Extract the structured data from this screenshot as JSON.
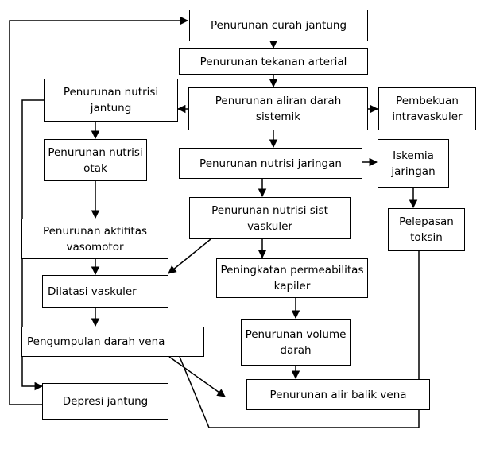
{
  "nodes": {
    "curah_jantung": "Penurunan curah jantung",
    "tekanan_arterial": "Penurunan tekanan arterial",
    "aliran_darah": "Penurunan aliran darah sistemik",
    "pembekuan": "Pembekuan intravaskuler",
    "nutrisi_jantung": "Penurunan nutrisi jantung",
    "nutrisi_otak": "Penurunan nutrisi otak",
    "nutrisi_jaringan": "Penurunan nutrisi jaringan",
    "iskemia": "Iskemia jaringan",
    "nutrisi_vaskuler": "Penurunan nutrisi sist vaskuler",
    "pelepasan_toksin": "Pelepasan toksin",
    "aktifitas_vasomotor": "Penurunan aktifitas vasomotor",
    "permeabilitas": "Peningkatan permeabilitas kapiler",
    "dilatasi": "Dilatasi vaskuler",
    "volume_darah": "Penurunan volume darah",
    "pengumpulan": "Pengumpulan darah vena",
    "alir_balik": "Penurunan alir balik vena",
    "depresi": "Depresi jantung"
  }
}
